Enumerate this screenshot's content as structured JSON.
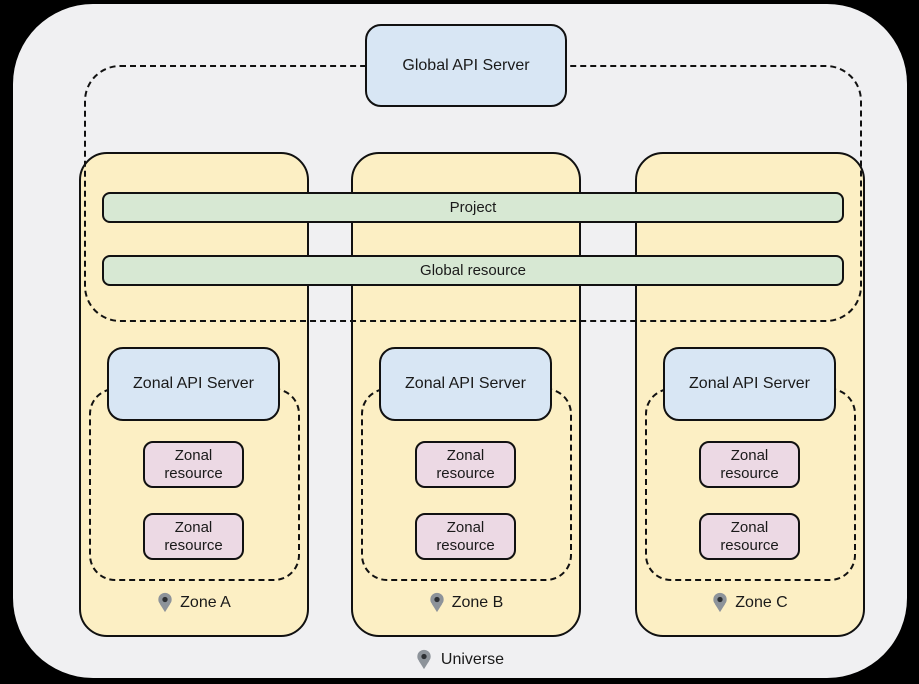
{
  "diagram": {
    "global_api_server": {
      "label": "Global API Server"
    },
    "shared_bars": [
      {
        "label": "Project"
      },
      {
        "label": "Global resource"
      }
    ],
    "zones": [
      {
        "name": "Zone A",
        "api_server": "Zonal API Server",
        "resources": [
          "Zonal resource",
          "Zonal resource"
        ]
      },
      {
        "name": "Zone B",
        "api_server": "Zonal API Server",
        "resources": [
          "Zonal resource",
          "Zonal resource"
        ]
      },
      {
        "name": "Zone C",
        "api_server": "Zonal API Server",
        "resources": [
          "Zonal resource",
          "Zonal resource"
        ]
      }
    ],
    "universe": {
      "label": "Universe"
    },
    "icons": {
      "zone_marker": "location-pin-icon",
      "universe_marker": "location-pin-icon"
    },
    "colors": {
      "background": "#000000",
      "canvas": "#f0f0f2",
      "api_server_fill": "#d8e6f4",
      "zone_fill": "#fcefc4",
      "shared_bar_fill": "#d7e8d3",
      "zonal_resource_fill": "#ecd9e4",
      "stroke": "#111111",
      "pin_fill": "#8d939a",
      "pin_dot": "#2d3034",
      "text": "#1a1a1a"
    }
  }
}
